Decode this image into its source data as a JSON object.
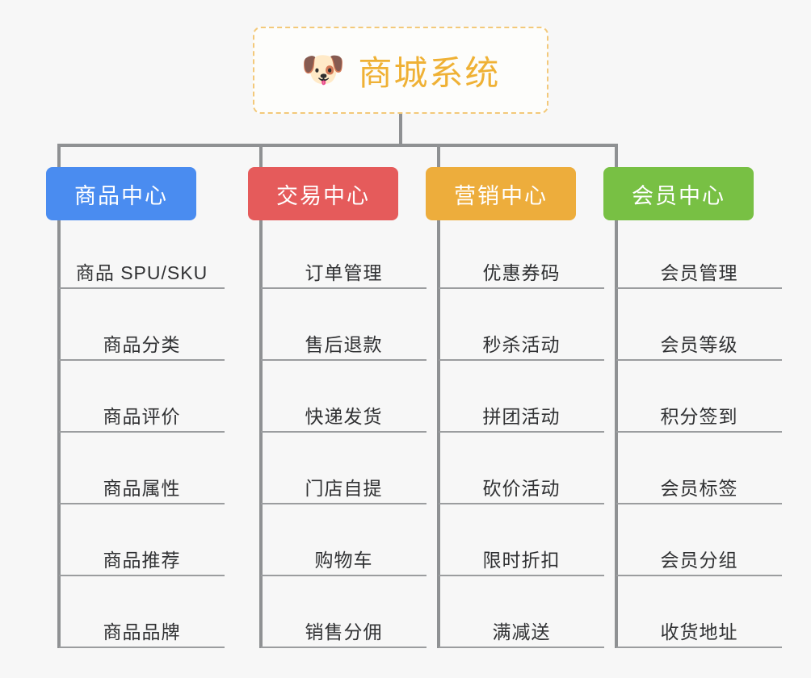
{
  "diagram": {
    "type": "mindmap-tree",
    "background_color": "#f7f7f7",
    "connector_color": "#8f9193",
    "root": {
      "title": "商城系统",
      "icon": "dog-face-emoji",
      "icon_glyph": "🐶",
      "text_color": "#efb135",
      "border_color": "#f3c97a",
      "background_color": "#fdfdfb"
    },
    "branches": [
      {
        "label": "商品中心",
        "color": "#4a8cf0",
        "items": [
          "商品 SPU/SKU",
          "商品分类",
          "商品评价",
          "商品属性",
          "商品推荐",
          "商品品牌"
        ]
      },
      {
        "label": "交易中心",
        "color": "#e55b5b",
        "items": [
          "订单管理",
          "售后退款",
          "快递发货",
          "门店自提",
          "购物车",
          "销售分佣"
        ]
      },
      {
        "label": "营销中心",
        "color": "#edad3c",
        "items": [
          "优惠券码",
          "秒杀活动",
          "拼团活动",
          "砍价活动",
          "限时折扣",
          "满减送"
        ]
      },
      {
        "label": "会员中心",
        "color": "#78c044",
        "items": [
          "会员管理",
          "会员等级",
          "积分签到",
          "会员标签",
          "会员分组",
          "收货地址"
        ]
      }
    ]
  }
}
